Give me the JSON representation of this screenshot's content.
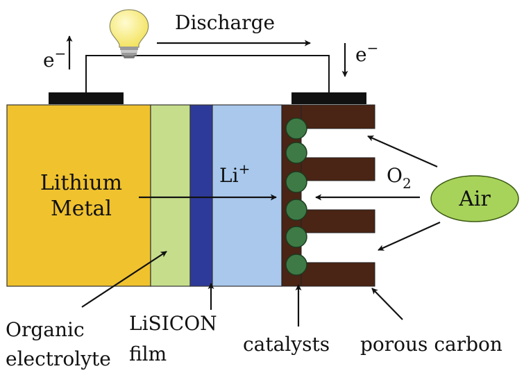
{
  "labels": {
    "discharge": "Discharge",
    "electron": "e",
    "electron_charge": "−",
    "lithium_metal_line1": "Lithium",
    "lithium_metal_line2": "Metal",
    "li_ion": "Li",
    "li_ion_charge": "+",
    "oxygen": "O",
    "oxygen_subscript": "2",
    "air": "Air",
    "organic_electrolyte_line1": "Organic",
    "organic_electrolyte_line2": "electrolyte",
    "lisicon_line1": "LiSICON",
    "lisicon_line2": "film",
    "catalysts": "catalysts",
    "porous_carbon": "porous carbon"
  },
  "colors": {
    "lithium_metal": "#F0C22E",
    "organic_electrolyte": "#C6DE8C",
    "lisicon_film": "#2E3A9A",
    "aqueous_electrolyte": "#A9C8EC",
    "porous_carbon": "#4A2414",
    "catalyst": "#3E7A45",
    "air_bubble": "#A7D35A",
    "bulb": "#F7EE82",
    "terminal": "#111111"
  },
  "icons": {
    "bulb": "light-bulb-icon"
  }
}
